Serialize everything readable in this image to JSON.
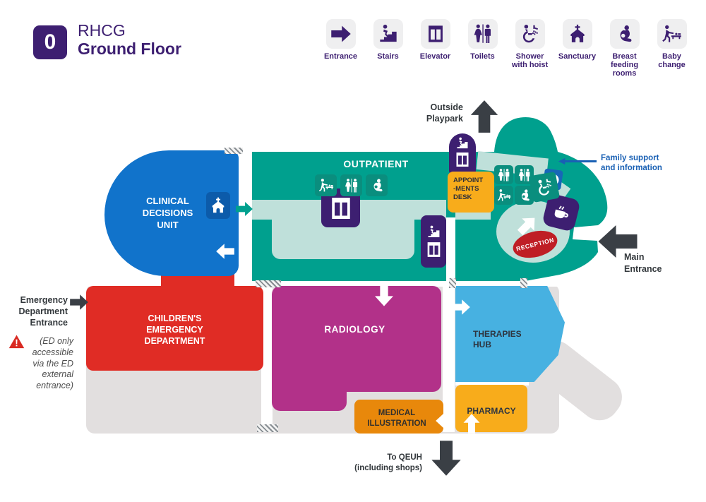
{
  "header": {
    "floor_number": "0",
    "building": "RHCG",
    "floor_name": "Ground Floor"
  },
  "legend": {
    "items": [
      {
        "icon": "entrance-arrow-icon",
        "label": "Entrance"
      },
      {
        "icon": "stairs-icon",
        "label": "Stairs"
      },
      {
        "icon": "elevator-icon",
        "label": "Elevator"
      },
      {
        "icon": "toilets-icon",
        "label": "Toilets"
      },
      {
        "icon": "shower-with-hoist-icon",
        "label": "Shower\nwith hoist"
      },
      {
        "icon": "sanctuary-icon",
        "label": "Sanctuary"
      },
      {
        "icon": "breast-feeding-icon",
        "label": "Breast\nfeeding\nrooms"
      },
      {
        "icon": "baby-change-icon",
        "label": "Baby\nchange"
      }
    ]
  },
  "map": {
    "areas": {
      "clinical_decisions_unit": "CLINICAL\nDECISIONS\nUNIT",
      "outpatient": "OUTPATIENT",
      "childrens_emergency_department": "CHILDREN'S\nEMERGENCY\nDEPARTMENT",
      "radiology": "RADIOLOGY",
      "therapies_hub": "THERAPIES\nHUB",
      "pharmacy": "PHARMACY",
      "medical_illustration": "MEDICAL\nILLUSTRATION",
      "appointments_desk": "APPOINT\n-MENTS\nDESK",
      "reception": "RECEPTION"
    },
    "annotations": {
      "outside_playpark": "Outside\nPlaypark",
      "main_entrance": "Main\nEntrance",
      "to_qeuh": "To QEUH\n(including shops)",
      "family_support": "Family support\nand information",
      "ed_entrance": "Emergency\nDepartment\nEntrance",
      "ed_note": "(ED only\naccessible\nvia the ED\nexternal\nentrance)"
    }
  },
  "colors": {
    "purple": "#3D1F71",
    "teal": "#00A08E",
    "teal_light": "#BFE0DA",
    "teal_square": "#0A8E7E",
    "cdu_blue": "#1173CB",
    "sanctuary_blue": "#0C5BAA",
    "ced_red": "#E02C25",
    "reception_red": "#BF1E25",
    "radiology_magenta": "#B23189",
    "therapies_light_blue": "#47B1E1",
    "medical_illustration_orange": "#E8880B",
    "pharmacy_yellow": "#F8AC1B",
    "footprint_gray": "#E2DFDF",
    "arrow_dark": "#3A3F45",
    "info_blue": "#1767B7",
    "family_support_blue": "#1960B4"
  }
}
